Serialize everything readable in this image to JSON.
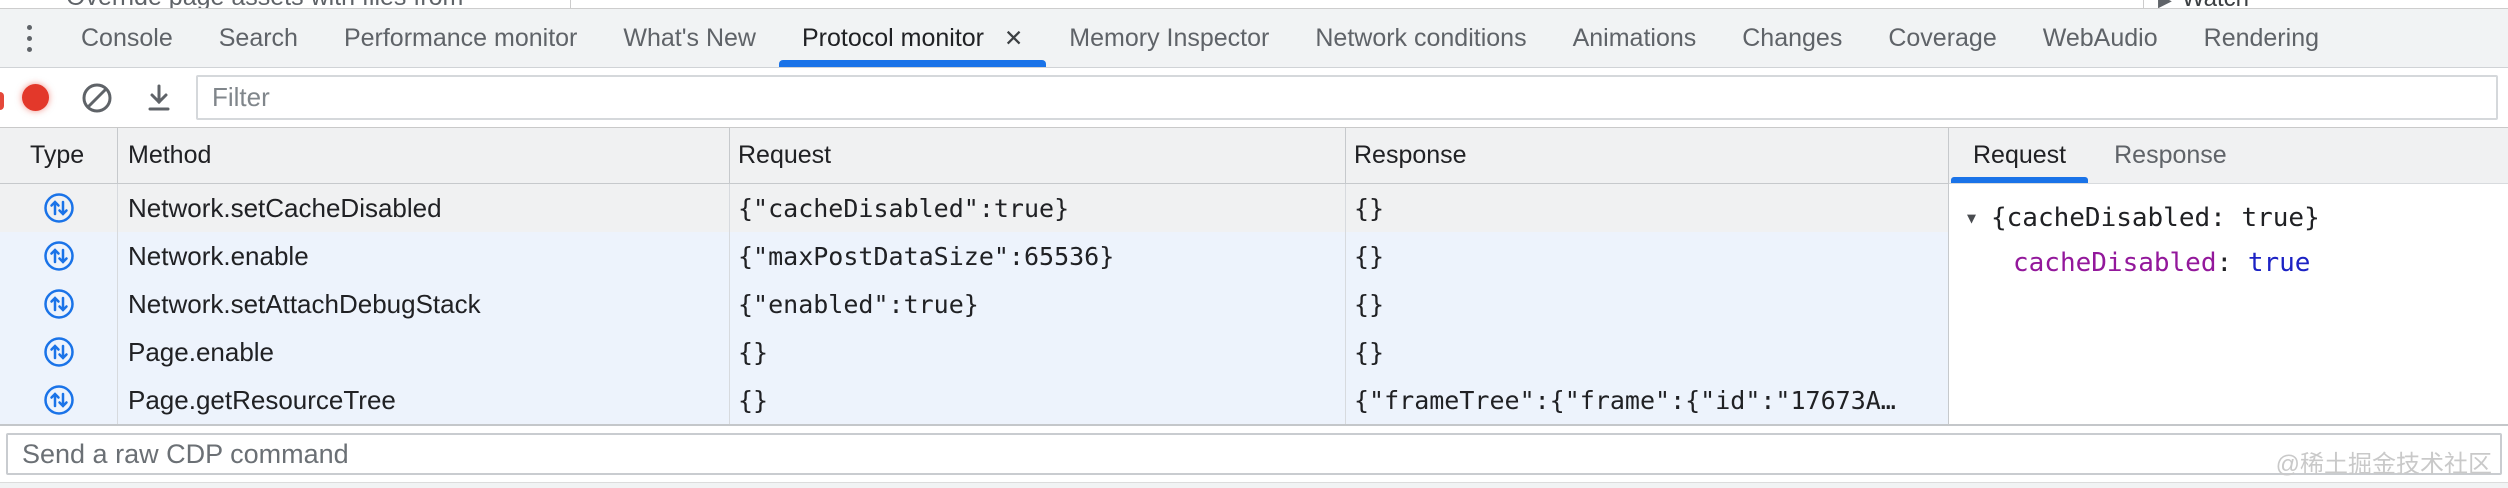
{
  "clipped_top": {
    "left_text": "Override page assets with files from",
    "watch_arrow": "▶",
    "watch_label": "Watch"
  },
  "tabbar": {
    "tabs": [
      {
        "label": "Console"
      },
      {
        "label": "Search"
      },
      {
        "label": "Performance monitor"
      },
      {
        "label": "What's New"
      },
      {
        "label": "Protocol monitor",
        "active": true,
        "closable": true
      },
      {
        "label": "Memory Inspector"
      },
      {
        "label": "Network conditions"
      },
      {
        "label": "Animations"
      },
      {
        "label": "Changes"
      },
      {
        "label": "Coverage"
      },
      {
        "label": "WebAudio"
      },
      {
        "label": "Rendering"
      }
    ],
    "close_glyph": "✕"
  },
  "toolbar": {
    "filter_placeholder": "Filter",
    "icons": [
      "record-icon",
      "block-icon",
      "save-icon"
    ]
  },
  "table": {
    "columns": [
      "Type",
      "Method",
      "Request",
      "Response"
    ],
    "type_icon": "send-receive-icon",
    "rows": [
      {
        "method": "Network.setCacheDisabled",
        "request": "{\"cacheDisabled\":true}",
        "response": "{}",
        "selected": true
      },
      {
        "method": "Network.enable",
        "request": "{\"maxPostDataSize\":65536}",
        "response": "{}"
      },
      {
        "method": "Network.setAttachDebugStack",
        "request": "{\"enabled\":true}",
        "response": "{}"
      },
      {
        "method": "Page.enable",
        "request": "{}",
        "response": "{}"
      },
      {
        "method": "Page.getResourceTree",
        "request": "{}",
        "response": "{\"frameTree\":{\"frame\":{\"id\":\"17673A…"
      }
    ]
  },
  "detail_panel": {
    "tabs": [
      {
        "label": "Request",
        "active": true
      },
      {
        "label": "Response"
      }
    ],
    "expander_glyph": "▼",
    "preview": "{cacheDisabled: true}",
    "property": {
      "name": "cacheDisabled",
      "separator": ": ",
      "value": "true"
    }
  },
  "bottom": {
    "command_placeholder": "Send a raw CDP command",
    "watermark": "@稀土掘金技术社区"
  },
  "colors": {
    "accent_blue": "#1a73e8",
    "record_red": "#e3382a",
    "row_stripe_blue": "#edf3fc",
    "selected_row_gray": "#f0f1f2",
    "tabbar_gray": "#f1f3f4",
    "property_purple": "#93189b",
    "boolean_blue": "#1c22c4"
  }
}
